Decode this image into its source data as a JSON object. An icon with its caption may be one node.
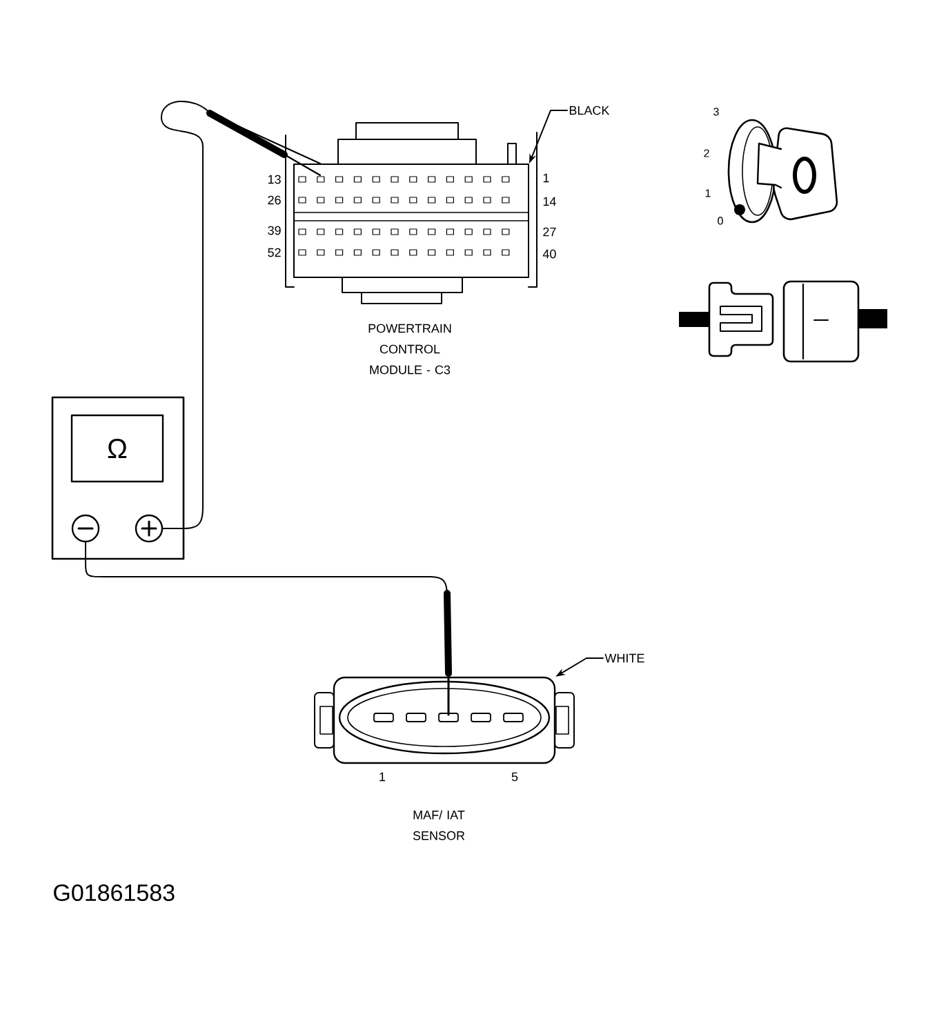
{
  "diagram": {
    "nodes": [
      {
        "text": [
          "POWERTRAIN CONTROL MODULE - C3"
        ]
      },
      {
        "text": [
          "Ω"
        ]
      },
      {
        "text": [
          "MAF/ IAT SENSOR"
        ]
      },
      {
        "text": [
          "BLACK"
        ]
      },
      {
        "text": [
          "WHITE"
        ]
      }
    ],
    "edges": [
      {
        "from": 1,
        "to": 0,
        "arrow": "none"
      },
      {
        "from": 1,
        "to": 2,
        "arrow": "none"
      },
      {
        "from": 3,
        "to": 0,
        "arrow": "to"
      },
      {
        "from": 4,
        "to": 2,
        "arrow": "to"
      }
    ],
    "labels": [
      "13",
      "1",
      "26",
      "14",
      "39",
      "27",
      "52",
      "40",
      "3",
      "2",
      "1",
      "0",
      "1",
      "5",
      "G01861583"
    ]
  }
}
